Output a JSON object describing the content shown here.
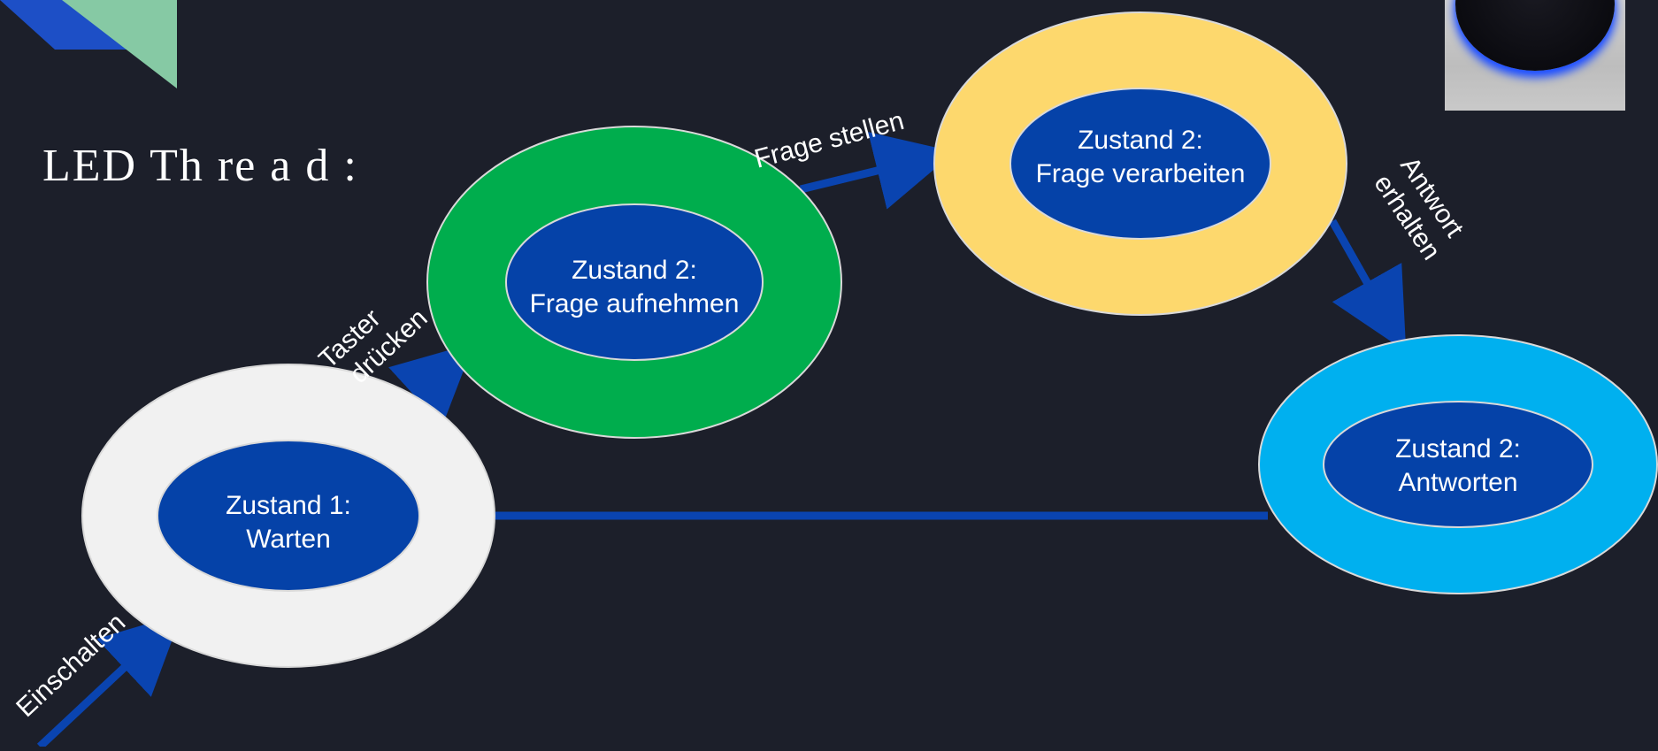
{
  "title": "LED Th re a d :",
  "colors": {
    "background": "#1c1f2a",
    "arrow": "#0a44b0",
    "inner": "#0542a8",
    "logo_blue": "#1d4fc6",
    "logo_green": "#86c9a4"
  },
  "states": [
    {
      "id": "warten",
      "line1": "Zustand 1:",
      "line2": "Warten",
      "ring_color": "#f1f1f1"
    },
    {
      "id": "aufnehmen",
      "line1": "Zustand 2:",
      "line2": "Frage aufnehmen",
      "ring_color": "#00ad4d"
    },
    {
      "id": "verarbeiten",
      "line1": "Zustand 2:",
      "line2": "Frage verarbeiten",
      "ring_color": "#fdd86d"
    },
    {
      "id": "antworten",
      "line1": "Zustand 2:",
      "line2": "Antworten",
      "ring_color": "#00b0ef"
    }
  ],
  "transitions": [
    {
      "id": "einschalten",
      "label": "Einschalten"
    },
    {
      "id": "taster",
      "line1": "Taster",
      "line2": "drücken"
    },
    {
      "id": "frage-stellen",
      "label": "Frage stellen"
    },
    {
      "id": "antwort",
      "line1": "Antwort",
      "line2": "erhalten"
    }
  ],
  "image": {
    "icon": "smart-speaker-photo"
  }
}
